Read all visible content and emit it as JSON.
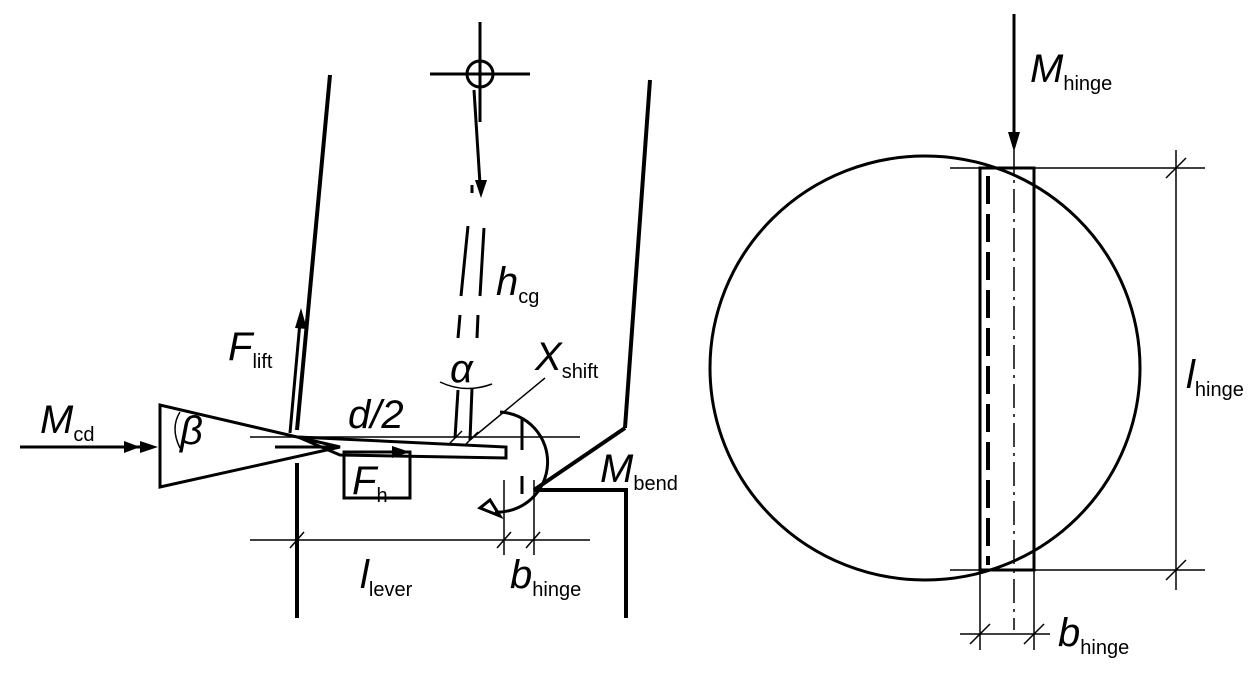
{
  "labels": {
    "m_cd": {
      "main": "M",
      "sub": "cd"
    },
    "beta": {
      "main": "β"
    },
    "f_lift": {
      "main": "F",
      "sub": "lift"
    },
    "d_half": {
      "main": "d/2"
    },
    "f_h": {
      "main": "F",
      "sub": "h"
    },
    "h_cg": {
      "main": "h",
      "sub": "cg"
    },
    "alpha": {
      "main": "α"
    },
    "x_shift": {
      "main": "X",
      "sub": "shift"
    },
    "m_bend": {
      "main": "M",
      "sub": "bend"
    },
    "l_lever": {
      "main": "l",
      "sub": "lever"
    },
    "b_hinge_left": {
      "main": "b",
      "sub": "hinge"
    },
    "m_hinge": {
      "main": "M",
      "sub": "hinge"
    },
    "l_hinge": {
      "main": "l",
      "sub": "hinge"
    },
    "b_hinge_right": {
      "main": "b",
      "sub": "hinge"
    }
  },
  "colors": {
    "line": "#000000",
    "background": "#ffffff"
  }
}
